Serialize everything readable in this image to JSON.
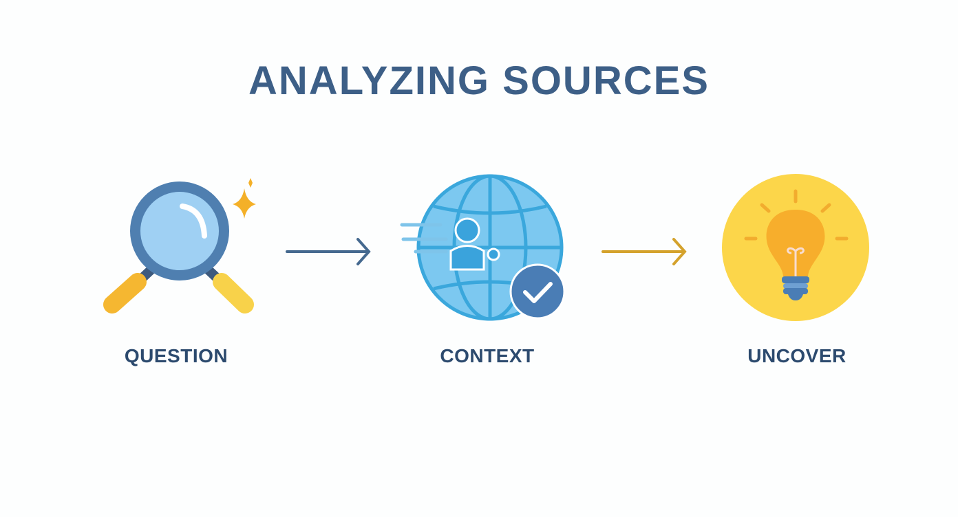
{
  "title": "ANALYZING SOURCES",
  "steps": [
    {
      "label": "QUESTION",
      "icon": "magnifying-glass-icon"
    },
    {
      "label": "CONTEXT",
      "icon": "globe-person-check-icon"
    },
    {
      "label": "UNCOVER",
      "icon": "lightbulb-icon"
    }
  ],
  "colors": {
    "title": "#3d5f87",
    "label": "#2c4a6e",
    "arrow1": "#45698f",
    "arrow2": "#d4a22c",
    "globe": "#7cc8f0",
    "bulb_bg": "#fcd64a"
  }
}
